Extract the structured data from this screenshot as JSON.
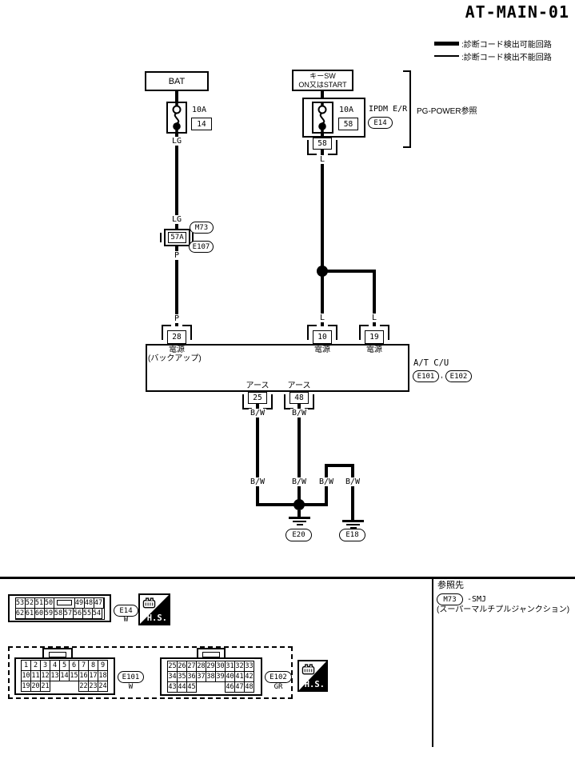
{
  "title": "AT-MAIN-01",
  "legend": {
    "detectable": ":診断コード検出可能回路",
    "undetectable": ":診断コード検出不能回路"
  },
  "power": {
    "bat_label": "BAT",
    "bat_fuse_amps": "10A",
    "bat_fuse_no": "14",
    "keysw_line1": "キーSW",
    "keysw_line2": "ON又はSTART",
    "ipdm_fuse_amps": "10A",
    "ipdm_fuse_no": "58",
    "ipdm_label": "IPDM E/R",
    "ipdm_conn": "E14",
    "ipdm_term": "58",
    "pg_note": "PG-POWER参照"
  },
  "wires": {
    "lg": "LG",
    "p": "P",
    "l": "L",
    "bw": "B/W"
  },
  "inline_connector": {
    "pin": "57A",
    "ref1": "M73",
    "ref2": "E107"
  },
  "atcu": {
    "name": "A/T C/U",
    "conn1": "E101",
    "comma": ",",
    "conn2": "E102",
    "t28": "28",
    "t28_label": "電源",
    "t28_sub": "(バックアップ)",
    "t10": "10",
    "t10_label": "電源",
    "t19": "19",
    "t19_label": "電源",
    "t25": "25",
    "t25_label": "アース",
    "t48": "48",
    "t48_label": "アース"
  },
  "grounds": {
    "g1": "E20",
    "g2": "E18"
  },
  "connector_views": {
    "hs": "H.S.",
    "e14": {
      "id": "E14",
      "color": "W",
      "row1": [
        "53",
        "52",
        "51",
        "50",
        "::slot::",
        "49",
        "48",
        "47"
      ],
      "row2": [
        "62",
        "61",
        "60",
        "59",
        "58",
        "57",
        "56",
        "55",
        "54"
      ]
    },
    "e101": {
      "id": "E101",
      "color": "W",
      "row1": [
        "1",
        "2",
        "3",
        "4",
        "5",
        "6",
        "7",
        "8",
        "9"
      ],
      "row2": [
        "10",
        "11",
        "12",
        "13",
        "14",
        "15",
        "16",
        "17",
        "18"
      ],
      "row3": [
        "19",
        "20",
        "21",
        "::gap::",
        "22",
        "23",
        "24"
      ]
    },
    "e102": {
      "id": "E102",
      "color": "GR",
      "row1": [
        "25",
        "26",
        "27",
        "28",
        "29",
        "30",
        "31",
        "32",
        "33"
      ],
      "row2": [
        "34",
        "35",
        "36",
        "37",
        "38",
        "39",
        "40",
        "41",
        "42"
      ],
      "row3": [
        "43",
        "44",
        "45",
        "::gap::",
        "46",
        "47",
        "48"
      ]
    }
  },
  "reference": {
    "heading": "参照先",
    "conn": "M73",
    "suffix": "-SMJ",
    "desc": "(スーパーマルチプルジャンクション)"
  }
}
